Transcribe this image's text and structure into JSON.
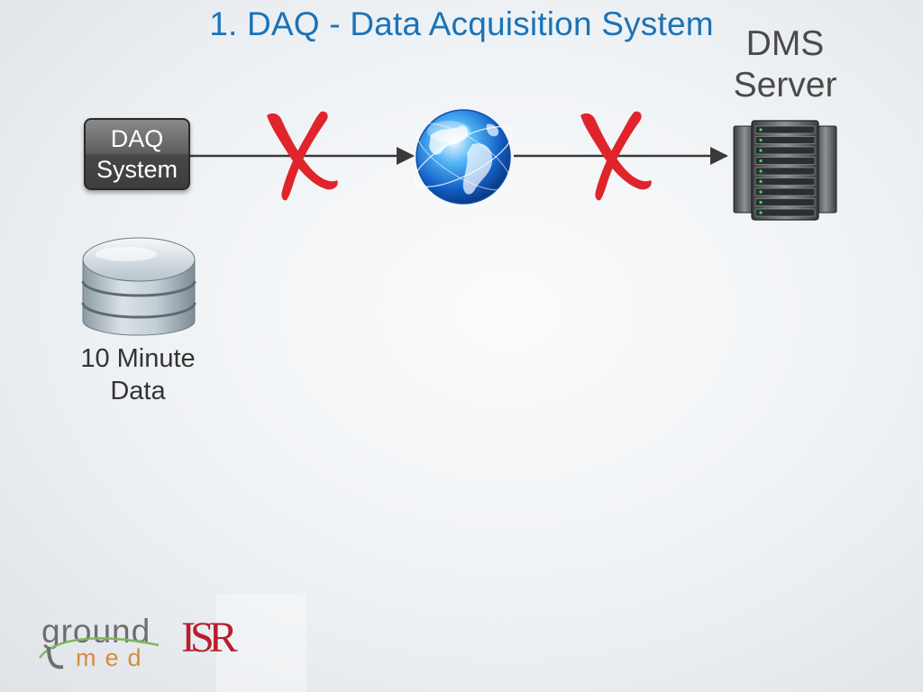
{
  "slide": {
    "title": "1. DAQ - Data Acquisition System"
  },
  "nodes": {
    "daq_system": {
      "line1": "DAQ",
      "line2": "System"
    },
    "dms_server": {
      "line1": "DMS",
      "line2": "Server"
    },
    "database": {
      "line1": "10 Minute",
      "line2": "Data"
    }
  },
  "connections": [
    {
      "from": "daq_system",
      "to": "internet",
      "status": "broken"
    },
    {
      "from": "internet",
      "to": "dms_server",
      "status": "broken"
    }
  ],
  "logos": {
    "ground": "ground",
    "med": "med",
    "isr": "ISR"
  },
  "colors": {
    "title": "#1a73b8",
    "broken_mark": "#e0242b",
    "logo_med": "#d98a3c",
    "logo_isr": "#b81e2e"
  }
}
